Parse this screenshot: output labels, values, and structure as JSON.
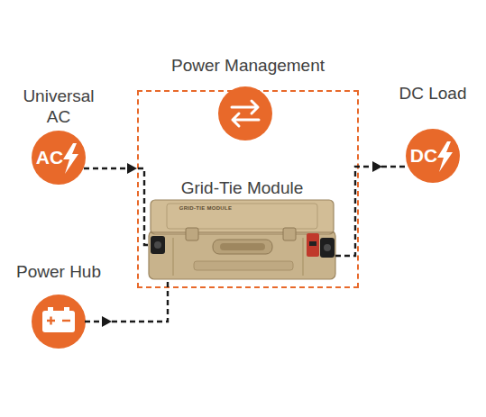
{
  "diagram": {
    "nodes": [
      {
        "text": [
          "Universal AC",
          "AC"
        ]
      },
      {
        "text": [
          "Power Management"
        ]
      },
      {
        "text": [
          "Grid-Tie Module",
          "GRID-TIE MODULE"
        ],
        "in": 1
      },
      {
        "text": [
          "DC Load",
          "DC"
        ]
      },
      {
        "text": [
          "Power Hub"
        ]
      }
    ],
    "edges": [
      {
        "from": 0,
        "to": 2,
        "arrow": "to"
      },
      {
        "from": 2,
        "to": 3,
        "arrow": "to"
      },
      {
        "from": 4,
        "to": 2,
        "arrow": "to"
      }
    ]
  }
}
